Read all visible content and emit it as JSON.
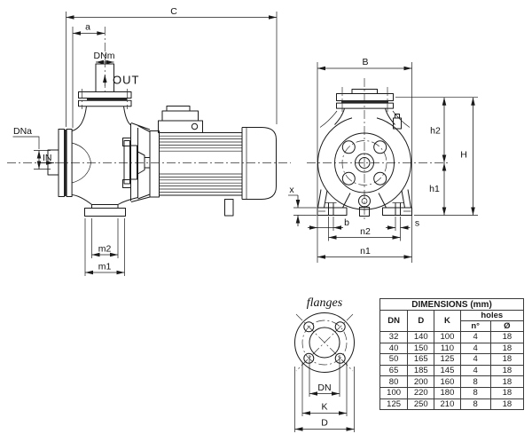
{
  "side_view": {
    "c": "C",
    "a": "a",
    "dnm": "DNm",
    "out": "OUT",
    "dna": "DNa",
    "in_label": "IN",
    "m2": "m2",
    "m1": "m1"
  },
  "front_view": {
    "b_overall": "B",
    "h2": "h2",
    "h_total": "H",
    "h1": "h1",
    "x": "x",
    "b_foot": "b",
    "n2": "n2",
    "s": "s"
  },
  "flange_detail": {
    "title": "flanges",
    "dn": "DN",
    "k": "K",
    "d": "D"
  },
  "table": {
    "title": "DIMENSIONS (mm)",
    "col_dn": "DN",
    "col_d": "D",
    "col_k": "K",
    "col_holes": "holes",
    "col_n": "n°",
    "col_dia": "Ø",
    "rows": [
      {
        "dn": "32",
        "d": "140",
        "k": "100",
        "n": "4",
        "dia": "18"
      },
      {
        "dn": "40",
        "d": "150",
        "k": "110",
        "n": "4",
        "dia": "18"
      },
      {
        "dn": "50",
        "d": "165",
        "k": "125",
        "n": "4",
        "dia": "18"
      },
      {
        "dn": "65",
        "d": "185",
        "k": "145",
        "n": "4",
        "dia": "18"
      },
      {
        "dn": "80",
        "d": "200",
        "k": "160",
        "n": "8",
        "dia": "18"
      },
      {
        "dn": "100",
        "d": "220",
        "k": "180",
        "n": "8",
        "dia": "18"
      },
      {
        "dn": "125",
        "d": "250",
        "k": "210",
        "n": "8",
        "dia": "18"
      }
    ]
  },
  "colors": {
    "line": "#1a1a1a",
    "gasket": "#2a2a2a",
    "background": "#ffffff"
  }
}
